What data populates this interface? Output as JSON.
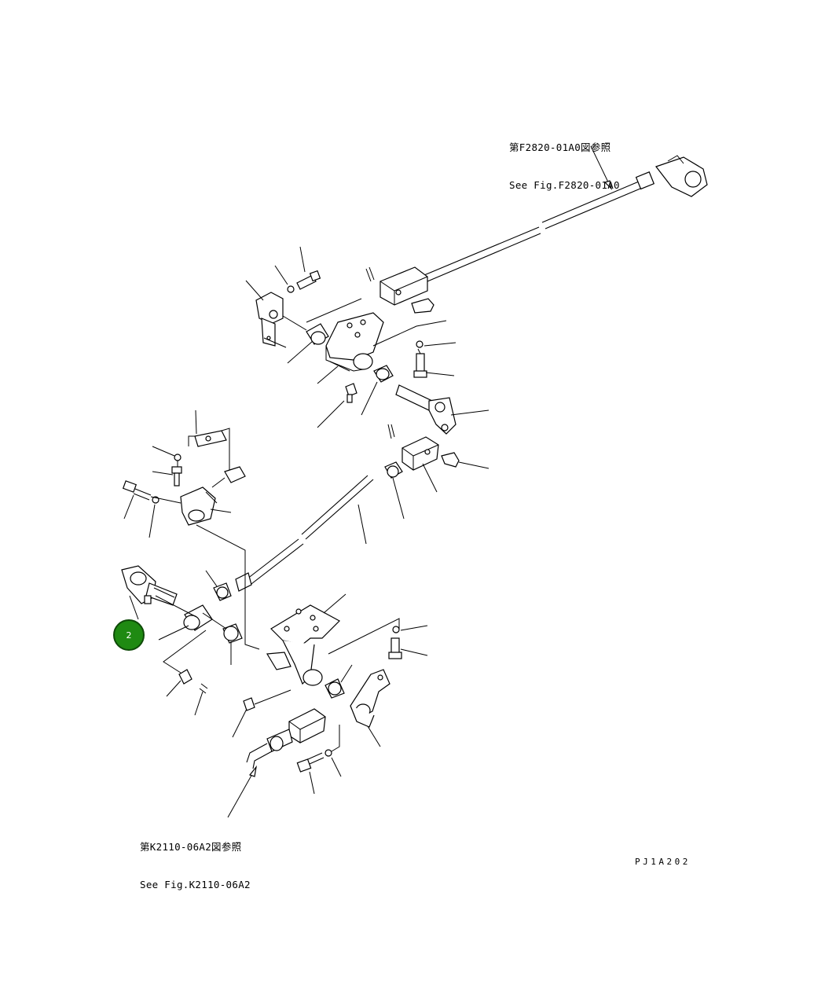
{
  "references": {
    "top": {
      "line1": "第F2820-01A0図参照",
      "line2": "See Fig.F2820-01A0"
    },
    "bottom": {
      "line1": "第K2110-06A2図参照",
      "line2": "See Fig.K2110-06A2"
    }
  },
  "drawing_code": "PJ1A202",
  "callouts": [
    {
      "label": "2",
      "color": "#1f8a12"
    }
  ]
}
